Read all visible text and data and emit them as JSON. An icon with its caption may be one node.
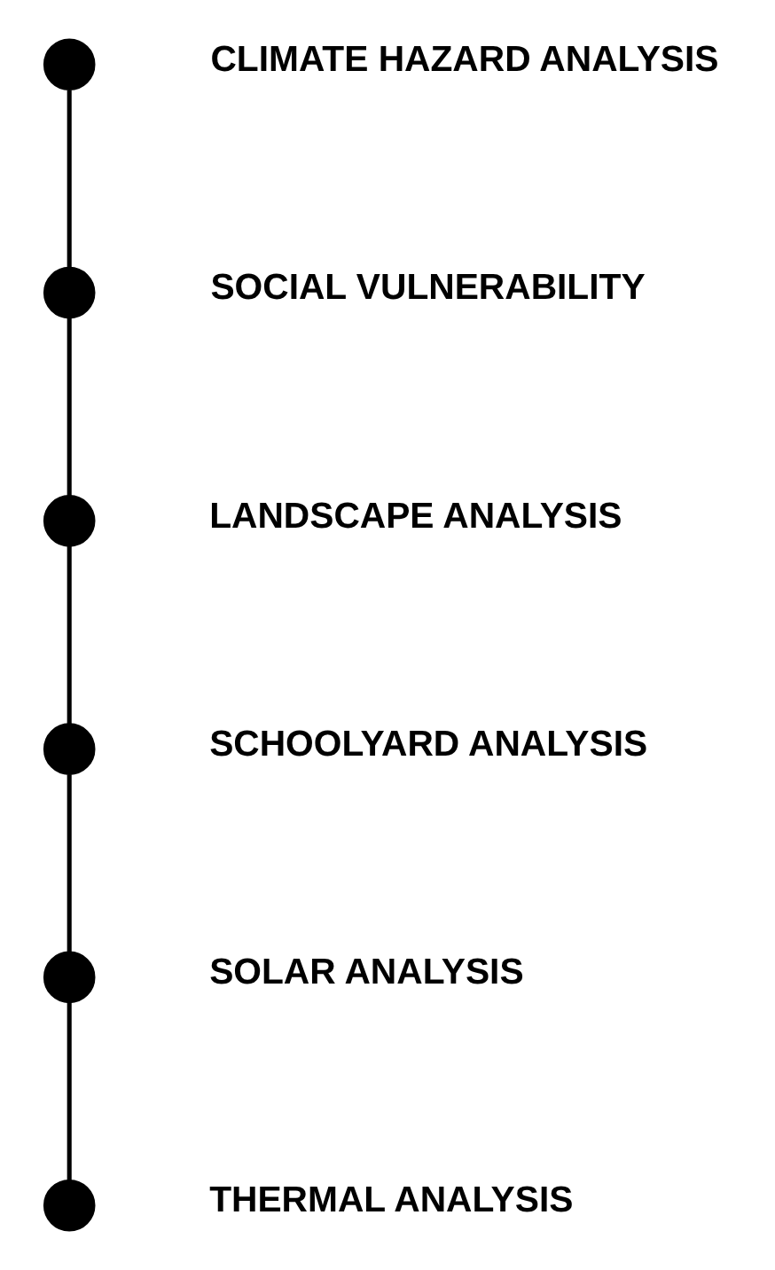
{
  "diagram": {
    "nodes": [
      {
        "text": [],
        "shape": "circle",
        "beside": [
          "CLIMATE HAZARD ANALYSIS"
        ]
      },
      {
        "text": [],
        "shape": "circle",
        "beside": [
          "SOCIAL VULNERABILITY"
        ]
      },
      {
        "text": [],
        "shape": "circle",
        "beside": [
          "LANDSCAPE ANALYSIS"
        ]
      },
      {
        "text": [],
        "shape": "circle",
        "beside": [
          "SCHOOLYARD ANALYSIS"
        ]
      },
      {
        "text": [],
        "shape": "circle",
        "beside": [
          "SOLAR ANALYSIS"
        ]
      },
      {
        "text": [],
        "shape": "circle",
        "beside": [
          "THERMAL ANALYSIS"
        ]
      }
    ],
    "edges": [
      {
        "from": 0,
        "to": 1,
        "arrow": "none"
      },
      {
        "from": 1,
        "to": 2,
        "arrow": "none"
      },
      {
        "from": 2,
        "to": 3,
        "arrow": "none"
      },
      {
        "from": 3,
        "to": 4,
        "arrow": "none"
      },
      {
        "from": 4,
        "to": 5,
        "arrow": "none"
      }
    ]
  }
}
